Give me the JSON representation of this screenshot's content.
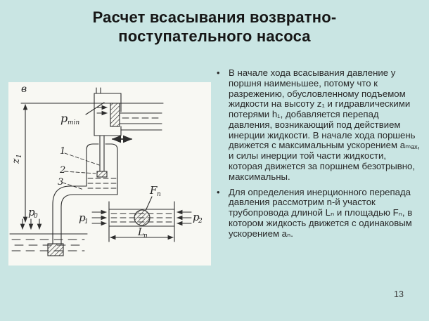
{
  "slide": {
    "title": "Расчет всасывания возвратно-поступательного насоса",
    "page_number": "13",
    "colors": {
      "background": "#c9e5e3",
      "text": "#282828",
      "title_text": "#161616",
      "diagram_background": "#f8f8f3",
      "diagram_ink": "#2d2d2d"
    }
  },
  "bullets": [
    {
      "text": "В начале хода всасывания давление у поршня наименьшее, потому что к разрежению, обусловленному подъемом жидкости на высоту z₁ и гидравлическими потерями h₁, добавляется перепад давления, возникающий под действием инерции жидкости. В начале хода поршень движется с максимальным ускорением aₘₐₓ, и силы инерции той части жидкости, которая движется за поршнем безотрывно, максимальны."
    },
    {
      "text": "Для определения инерционного перепада давления рассмотрим n-й участок трубопровода длиной Lₙ и площадью Fₙ, в котором жидкость движется с одинаковым ускорением aₙ."
    }
  ],
  "diagram": {
    "point_label": "в",
    "z1": {
      "base": "z",
      "sub": "1"
    },
    "pmin": {
      "base": "p",
      "sub": "min"
    },
    "parts": {
      "n1": "1",
      "n2": "2",
      "n3": "3"
    },
    "p0": {
      "base": "p",
      "sub": "0"
    },
    "p1": {
      "base": "p",
      "sub": "1"
    },
    "p2": {
      "base": "p",
      "sub": "2"
    },
    "fn": {
      "base": "F",
      "sub": "n"
    },
    "ln": {
      "base": "L",
      "sub": "n"
    }
  }
}
